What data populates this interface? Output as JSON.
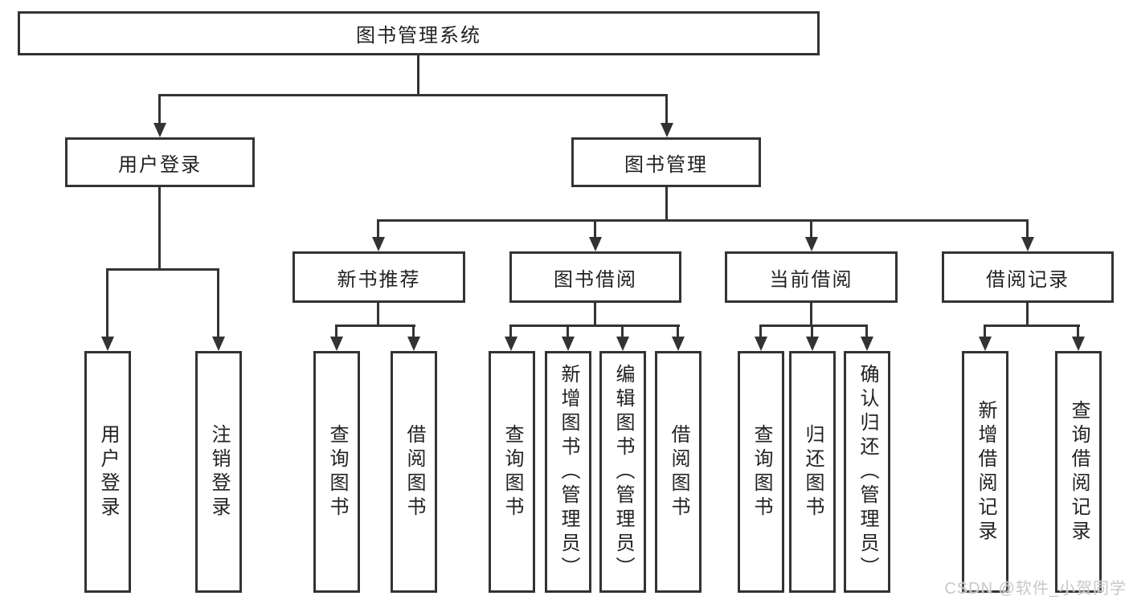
{
  "diagram": {
    "root": {
      "label": "图书管理系统",
      "children": [
        {
          "label": "用户登录",
          "children": [
            {
              "label": "用户登录"
            },
            {
              "label": "注销登录"
            }
          ]
        },
        {
          "label": "图书管理",
          "children": [
            {
              "label": "新书推荐",
              "children": [
                {
                  "label": "查询图书"
                },
                {
                  "label": "借阅图书"
                }
              ]
            },
            {
              "label": "图书借阅",
              "children": [
                {
                  "label": "查询图书"
                },
                {
                  "label": "新增图书（管理员）"
                },
                {
                  "label": "编辑图书（管理员）"
                },
                {
                  "label": "借阅图书"
                }
              ]
            },
            {
              "label": "当前借阅",
              "children": [
                {
                  "label": "查询图书"
                },
                {
                  "label": "归还图书"
                },
                {
                  "label": "确认归还（管理员）"
                }
              ]
            },
            {
              "label": "借阅记录",
              "children": [
                {
                  "label": "新增借阅记录"
                },
                {
                  "label": "查询借阅记录"
                }
              ]
            }
          ]
        }
      ]
    }
  },
  "watermark": {
    "text": "CSDN @软件_小贺同学"
  },
  "colors": {
    "line": "#333333",
    "text": "#222222",
    "background": "#ffffff",
    "watermark_text": "#c8c8c8"
  }
}
